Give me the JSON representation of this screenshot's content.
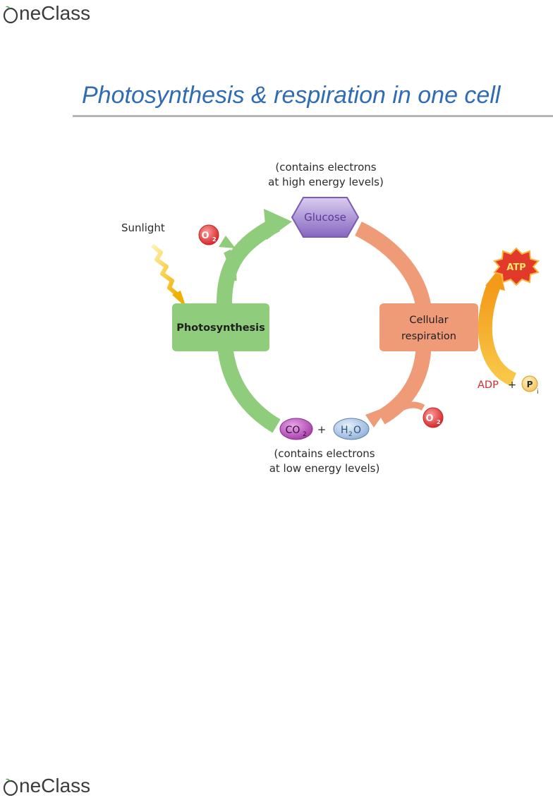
{
  "header": {
    "logo_text": "neClass",
    "title": "Photosynthesis & respiration in one cell"
  },
  "diagram": {
    "glucose_note_line1": "(contains electrons",
    "glucose_note_line2": "at high energy levels)",
    "glucose_label": "Glucose",
    "sunlight_label": "Sunlight",
    "o2_label": "O",
    "o2_sub": "2",
    "photosynthesis_label": "Photosynthesis",
    "respiration_line1": "Cellular",
    "respiration_line2": "respiration",
    "atp_label": "ATP",
    "adp_label": "ADP",
    "plus": "+",
    "pi_label": "P",
    "pi_sub": "i",
    "co2_label": "CO",
    "co2_sub": "2",
    "h2o_label_h": "H",
    "h2o_sub": "2",
    "h2o_label_o": "O",
    "co2_note_line1": "(contains electrons",
    "co2_note_line2": "at low energy levels)"
  },
  "footer": {
    "logo_text": "neClass"
  },
  "colors": {
    "title_blue": "#2f6cb4",
    "green": "#8fcc7b",
    "salmon": "#ef9b78",
    "orange": "#f6b43a",
    "purple": "#9a7cc6",
    "red": "#e23a3a"
  }
}
